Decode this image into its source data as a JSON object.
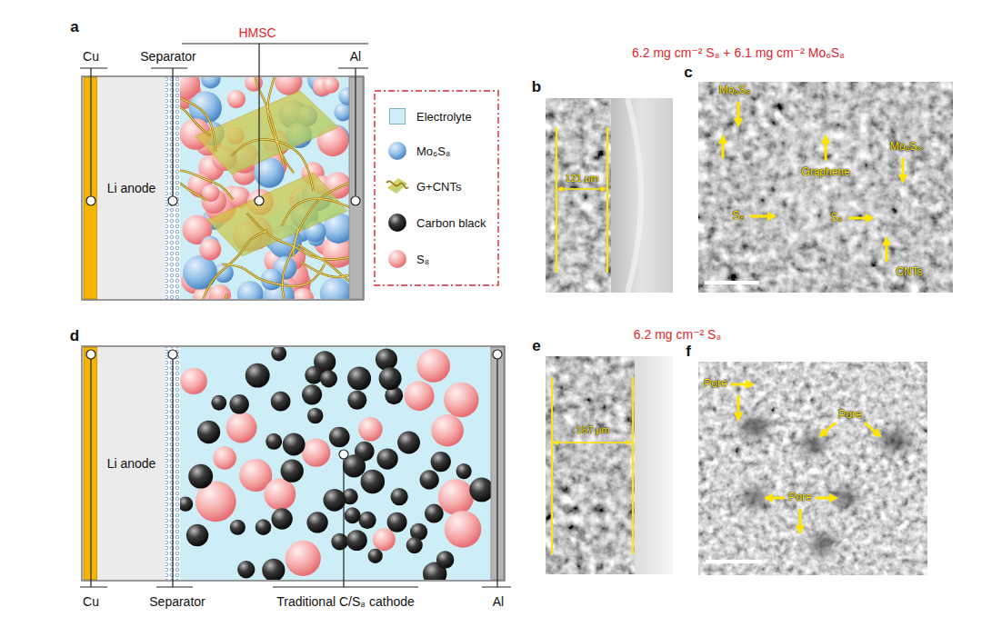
{
  "diagram": {
    "nodes": [
      {
        "text": [
          "Li anode"
        ]
      },
      {
        "text": [
          "Li anode"
        ]
      }
    ],
    "labels": [
      "a",
      "HMSC",
      "Cu",
      "Separator",
      "Al",
      "b",
      "c",
      "6.2 mg cm⁻² S₈ + 6.1 mg cm⁻² Mo₆S₈",
      "121 μm",
      "Mo₆S₈",
      "Mo₆S₈",
      "Graphene",
      "S₈",
      "S₈",
      "CNTs",
      "d",
      "6.2 mg cm⁻² S₈",
      "e",
      "f",
      "167 μm",
      "Pore",
      "Pore",
      "Pore",
      "Cu",
      "Separator",
      "Traditional C/S₈ cathode",
      "Al"
    ],
    "legend": [
      {
        "text": "Electrolyte",
        "color": "#cdeef6"
      },
      {
        "text": "Mo₆S₈"
      },
      {
        "text": "G+CNTs"
      },
      {
        "text": "Carbon black"
      },
      {
        "text": "S₈"
      }
    ]
  }
}
